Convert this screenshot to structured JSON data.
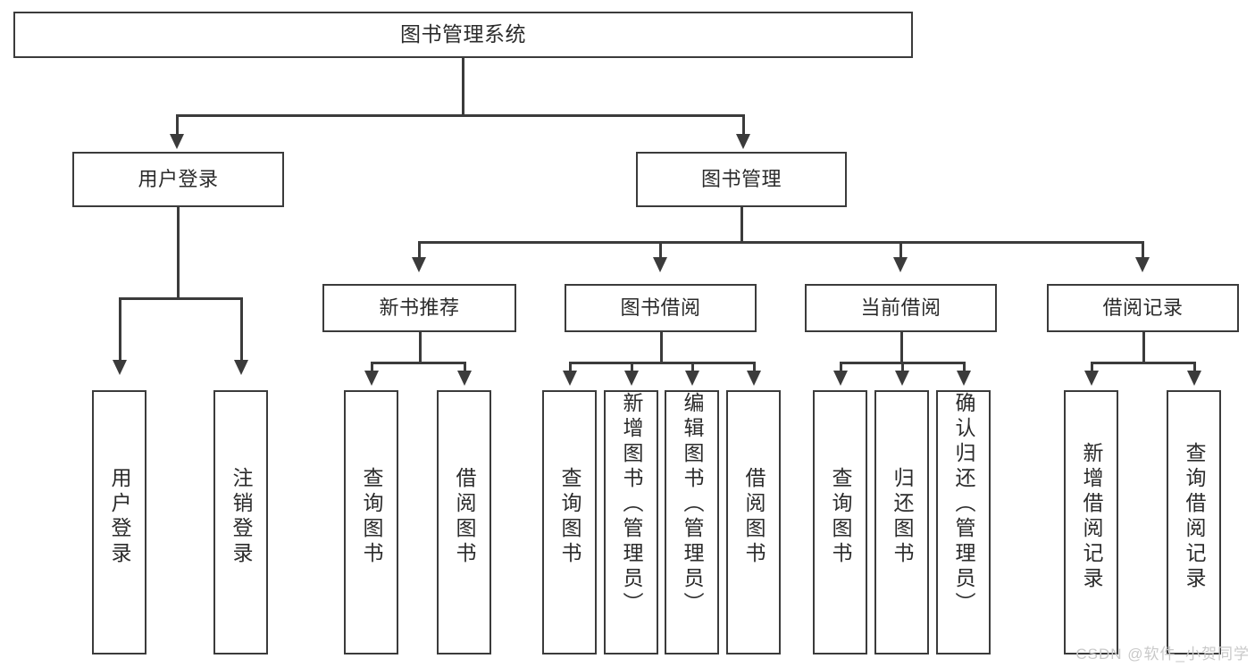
{
  "diagram": {
    "type": "tree-hierarchy-chart",
    "title": "图书管理系统",
    "watermark": "CSDN @软件_小贺同学",
    "colors": {
      "box_border": "#3b3b3b",
      "box_fill": "#ffffff",
      "text": "#2b2b2b",
      "connector": "#3b3b3b",
      "watermark": "#c9c9c9",
      "background": "#ffffff"
    },
    "root": {
      "label": "图书管理系统"
    },
    "level2": [
      {
        "label": "用户登录"
      },
      {
        "label": "图书管理"
      }
    ],
    "level3": [
      {
        "label": "新书推荐"
      },
      {
        "label": "图书借阅"
      },
      {
        "label": "当前借阅"
      },
      {
        "label": "借阅记录"
      }
    ],
    "leaves": {
      "user_login": [
        {
          "label": "用户登录"
        },
        {
          "label": "注销登录"
        }
      ],
      "new_book_recommend": [
        {
          "label": "查询图书"
        },
        {
          "label": "借阅图书"
        }
      ],
      "book_borrow": [
        {
          "label": "查询图书"
        },
        {
          "label": "新增图书（管理员）"
        },
        {
          "label": "编辑图书（管理员）"
        },
        {
          "label": "借阅图书"
        }
      ],
      "current_borrow": [
        {
          "label": "查询图书"
        },
        {
          "label": "归还图书"
        },
        {
          "label": "确认归还（管理员）"
        }
      ],
      "borrow_record": [
        {
          "label": "新增借阅记录"
        },
        {
          "label": "查询借阅记录"
        }
      ]
    }
  }
}
